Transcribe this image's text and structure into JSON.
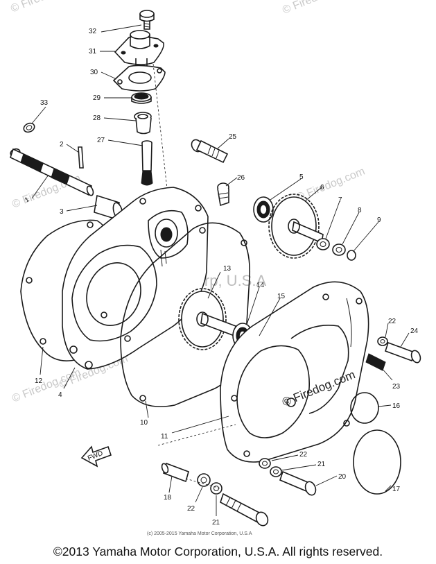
{
  "watermarks": {
    "firedog": "© Firedog.com",
    "firedog_dark": "© Firedog.com",
    "center": "Yamaha Motor Corp, U.S.A"
  },
  "fwd_label": "FWD",
  "fine_print": "(c) 2005-2015 Yamaha Motor Corporation, U.S.A",
  "copyright": "©2013 Yamaha Motor Corporation, U.S.A. All rights reserved.",
  "callouts": {
    "n1": "1",
    "n2": "2",
    "n3": "3",
    "n4": "4",
    "n5": "5",
    "n6": "6",
    "n7": "7",
    "n8": "8",
    "n9": "9",
    "n10": "10",
    "n11": "11",
    "n12": "12",
    "n13": "13",
    "n14": "14",
    "n15": "15",
    "n16": "16",
    "n17": "17",
    "n18": "18",
    "n20": "20",
    "n21a": "21",
    "n21b": "21",
    "n22a": "22",
    "n22b": "22",
    "n22c": "22",
    "n23": "23",
    "n24": "24",
    "n25": "25",
    "n26": "26",
    "n27": "27",
    "n28": "28",
    "n29": "29",
    "n30": "30",
    "n31": "31",
    "n32": "32",
    "n33": "33"
  }
}
